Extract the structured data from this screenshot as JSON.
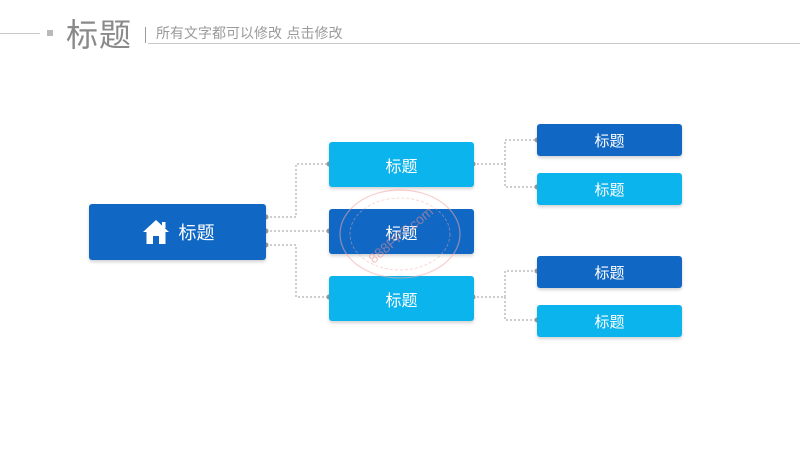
{
  "header": {
    "title": "标题",
    "subtitle": "所有文字都可以修改  点击修改"
  },
  "diagram": {
    "root": {
      "label": "标题",
      "icon": "home-icon"
    },
    "branches": [
      {
        "label": "标题",
        "leaves": [
          {
            "label": "标题"
          },
          {
            "label": "标题"
          }
        ]
      },
      {
        "label": "标题"
      },
      {
        "label": "标题",
        "leaves": [
          {
            "label": "标题"
          },
          {
            "label": "标题"
          }
        ]
      }
    ]
  },
  "watermark": {
    "text": "888PPT.com"
  },
  "colors": {
    "dark_blue": "#1168c4",
    "light_blue": "#0cb4ee",
    "connector": "#9b9b9b"
  }
}
